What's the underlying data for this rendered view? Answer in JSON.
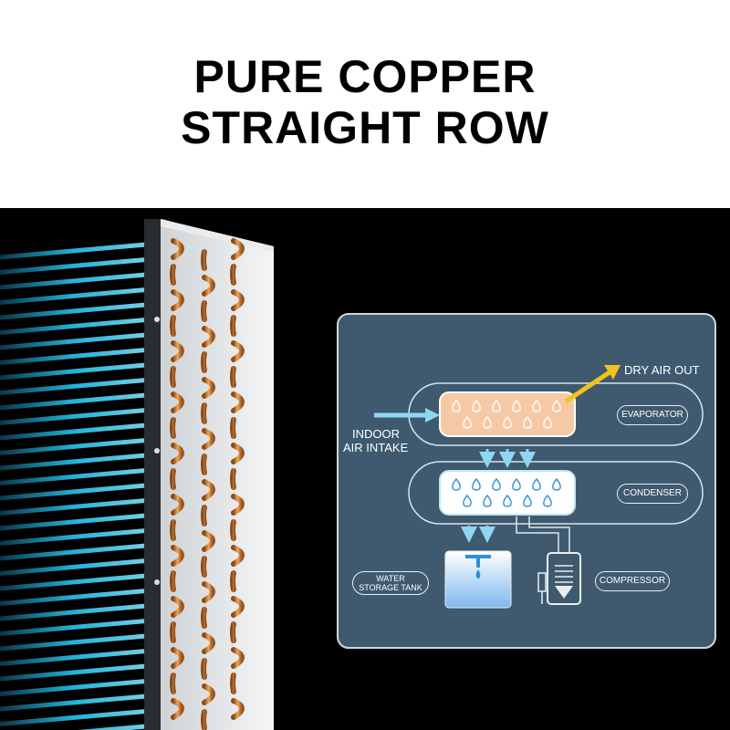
{
  "headline": {
    "line1": "PURE COPPER",
    "line2": "STRAIGHT ROW"
  },
  "diagram": {
    "dry_air_out": "DRY AIR OUT",
    "indoor_line1": "INDOOR",
    "indoor_line2": "AIR INTAKE",
    "evaporator": "EVAPORATOR",
    "condenser": "CONDENSER",
    "water_line1": "WATER",
    "water_line2": "STORAGE TANK",
    "compressor": "COMPRESSOR"
  },
  "colors": {
    "background_dark": "#000000",
    "fin_glow": "#26c6f0",
    "copper": "#d88a3a",
    "panel": "#3f5a6e",
    "evaporator_fill": "#f6c9a6",
    "condenser_fill": "#ffffff",
    "arrow_blue": "#8fd6f5",
    "arrow_yellow": "#f2c318"
  }
}
